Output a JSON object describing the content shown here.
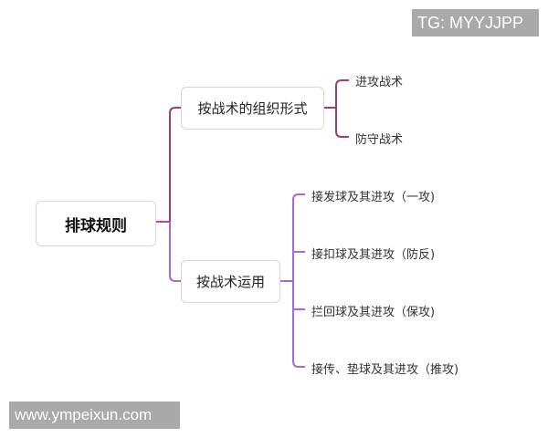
{
  "diagram": {
    "type": "mind-map",
    "root": {
      "label": "排球规则"
    },
    "branches": [
      {
        "label": "按战术的组织形式",
        "color": "#a23c6e",
        "children": [
          "进攻战术",
          "防守战术"
        ]
      },
      {
        "label": "按战术运用",
        "color": "#a66ad4",
        "children": [
          "接发球及其进攻（一攻)",
          "接扣球及其进攻（防反)",
          "拦回球及其进攻（保攻)",
          "接传、垫球及其进攻（推攻)"
        ]
      }
    ]
  },
  "watermarks": {
    "top": "TG: MYYJJPP",
    "bottom": "www.ympeixun.com"
  },
  "colors": {
    "upper_connector": "#a23c6e",
    "lower_connector": "#a66ad4",
    "node_border": "#d6d6d6",
    "watermark_bg": "#a9a9a9"
  }
}
